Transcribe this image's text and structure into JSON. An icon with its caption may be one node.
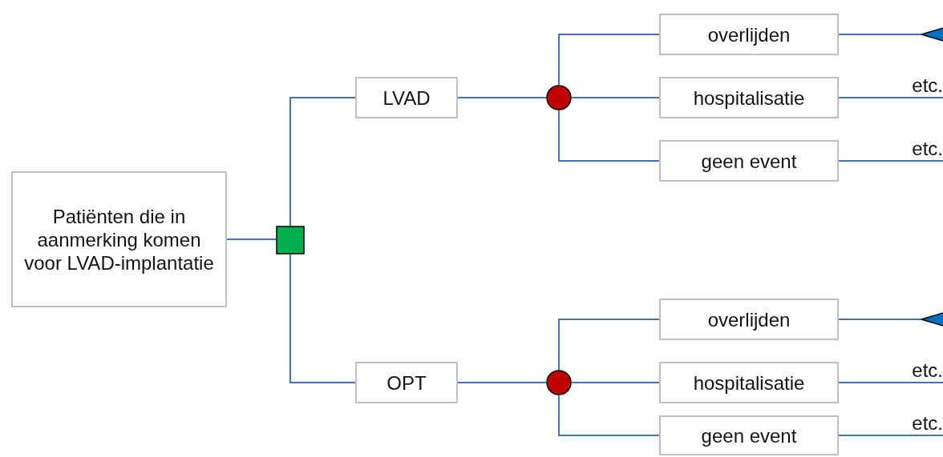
{
  "diagram": {
    "nodes": [
      {
        "text": [
          "Patiënten die in aanmerking komen voor LVAD-implantatie"
        ]
      },
      {
        "text": [],
        "shape": "box"
      },
      {
        "text": [
          "LVAD"
        ]
      },
      {
        "text": [
          "OPT"
        ]
      },
      {
        "text": [],
        "shape": "circle"
      },
      {
        "text": [],
        "shape": "circle"
      },
      {
        "text": [
          "overlijden"
        ]
      },
      {
        "text": [
          "hospitalisatie"
        ]
      },
      {
        "text": [
          "geen event"
        ]
      },
      {
        "text": [
          "overlijden"
        ]
      },
      {
        "text": [
          "hospitalisatie"
        ]
      },
      {
        "text": [
          "geen event"
        ]
      },
      {
        "text": [],
        "shape": "triangle"
      },
      {
        "text": [],
        "shape": "triangle"
      }
    ],
    "edges": [
      {
        "from": 0,
        "to": 1,
        "arrow": "none"
      },
      {
        "from": 1,
        "to": 2,
        "arrow": "none"
      },
      {
        "from": 1,
        "to": 3,
        "arrow": "none"
      },
      {
        "from": 2,
        "to": 4,
        "arrow": "none"
      },
      {
        "from": 3,
        "to": 5,
        "arrow": "none"
      },
      {
        "from": 4,
        "to": 6,
        "arrow": "none"
      },
      {
        "from": 4,
        "to": 7,
        "arrow": "none"
      },
      {
        "from": 4,
        "to": 8,
        "arrow": "none"
      },
      {
        "from": 5,
        "to": 9,
        "arrow": "none"
      },
      {
        "from": 5,
        "to": 10,
        "arrow": "none"
      },
      {
        "from": 5,
        "to": 11,
        "arrow": "none"
      },
      {
        "from": 6,
        "to": 12,
        "arrow": "none"
      },
      {
        "from": 9,
        "to": 13,
        "arrow": "none"
      },
      {
        "from": 7,
        "to": null,
        "label": "etc.",
        "arrow": "none"
      },
      {
        "from": 8,
        "to": null,
        "label": "etc.",
        "arrow": "none"
      },
      {
        "from": 10,
        "to": null,
        "label": "etc.",
        "arrow": "none"
      },
      {
        "from": 11,
        "to": null,
        "label": "etc.",
        "arrow": "none"
      }
    ]
  }
}
